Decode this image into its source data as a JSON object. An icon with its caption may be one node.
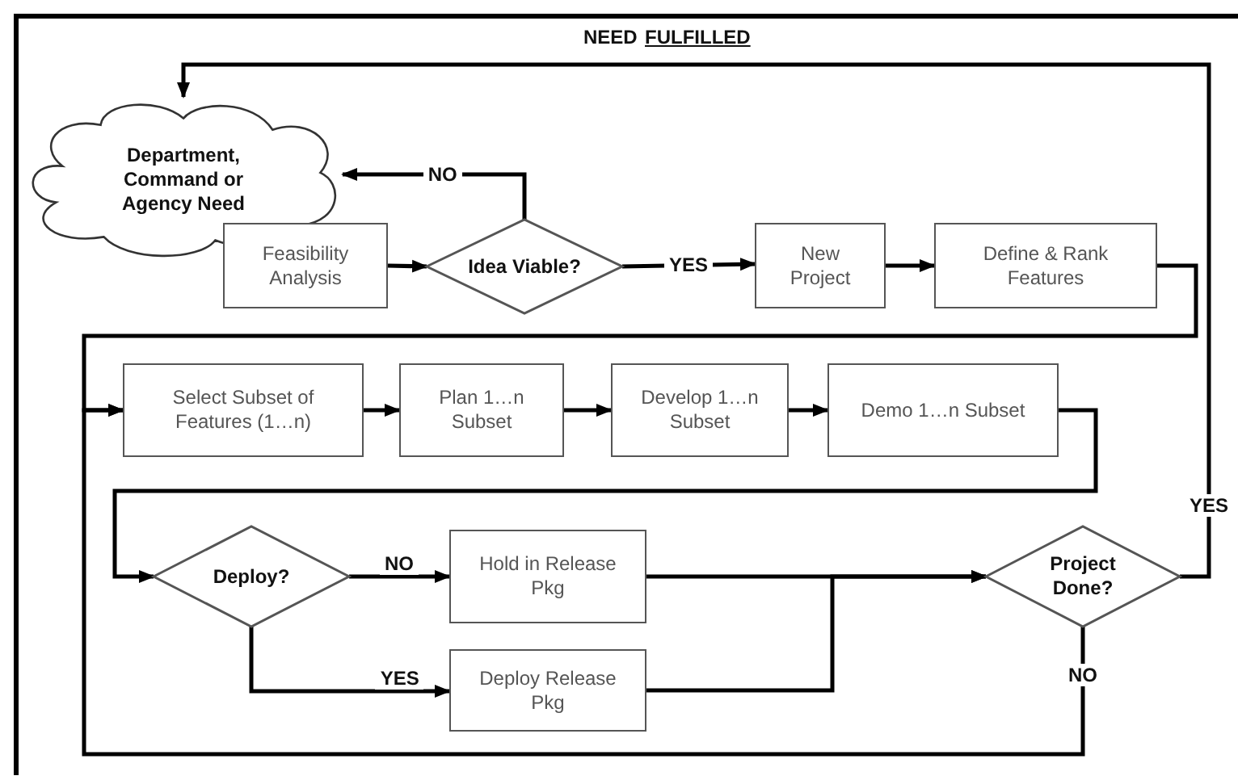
{
  "diagram": {
    "nodes": [
      {
        "text": [
          "Department, Command or Agency Need"
        ]
      },
      {
        "text": [
          "Feasibility Analysis"
        ]
      },
      {
        "text": [
          "Idea Viable?"
        ]
      },
      {
        "text": [
          "New Project"
        ]
      },
      {
        "text": [
          "Define & Rank Features"
        ]
      },
      {
        "text": [
          "Select Subset of Features (1…n)"
        ]
      },
      {
        "text": [
          "Plan 1…n Subset"
        ]
      },
      {
        "text": [
          "Develop 1…n Subset"
        ]
      },
      {
        "text": [
          "Demo 1…n Subset"
        ]
      },
      {
        "text": [
          "Deploy?"
        ]
      },
      {
        "text": [
          "Hold in Release Pkg"
        ]
      },
      {
        "text": [
          "Deploy Release Pkg"
        ]
      },
      {
        "text": [
          "Project Done?"
        ]
      }
    ],
    "edges": [
      {
        "from": 1,
        "to": 2,
        "arrow": "to"
      },
      {
        "from": 2,
        "to": 0,
        "arrow": "to",
        "label": "NO"
      },
      {
        "from": 2,
        "to": 3,
        "arrow": "to",
        "label": "YES"
      },
      {
        "from": 3,
        "to": 4,
        "arrow": "to"
      },
      {
        "from": 4,
        "to": 5,
        "arrow": "to"
      },
      {
        "from": 5,
        "to": 6,
        "arrow": "to"
      },
      {
        "from": 6,
        "to": 7,
        "arrow": "to"
      },
      {
        "from": 7,
        "to": 8,
        "arrow": "to"
      },
      {
        "from": 8,
        "to": 9,
        "arrow": "to"
      },
      {
        "from": 9,
        "to": 10,
        "arrow": "to",
        "label": "NO"
      },
      {
        "from": 9,
        "to": 11,
        "arrow": "to",
        "label": "YES"
      },
      {
        "from": 10,
        "to": 12,
        "arrow": "to"
      },
      {
        "from": 11,
        "to": 12,
        "arrow": "to"
      },
      {
        "from": 12,
        "to": 0,
        "arrow": "to",
        "label": "YES"
      },
      {
        "from": 12,
        "to": 5,
        "arrow": "to",
        "label": "NO"
      }
    ],
    "labels": [
      "NEED",
      "FULFILLED"
    ]
  }
}
